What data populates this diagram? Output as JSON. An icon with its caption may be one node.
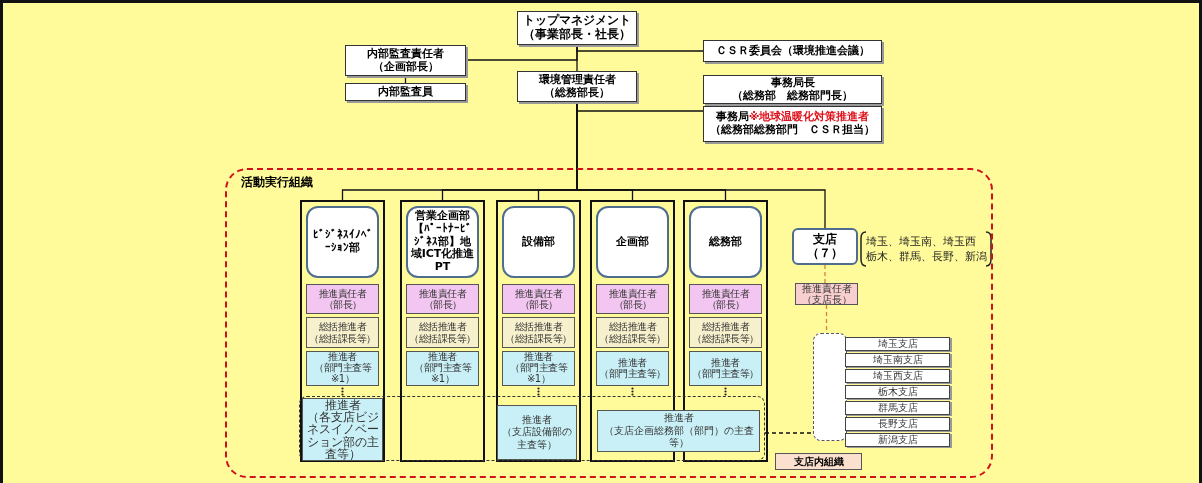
{
  "diagram": {
    "nodes": [
      {
        "text": [
          "トップマネジメント",
          "（事業部長・社長）"
        ]
      },
      {
        "text": [
          "内部監査責任者",
          "（企画部長）"
        ]
      },
      {
        "text": [
          "ＣＳＲ委員会（環境推進会議）"
        ]
      },
      {
        "text": [
          "内部監査員"
        ]
      },
      {
        "text": [
          "環境管理責任者",
          "（総務部長）"
        ]
      },
      {
        "text": [
          "事務局長",
          "（総務部　総務部門長）"
        ]
      },
      {
        "text": [
          "事務局",
          "※地球温暖化対策推進者",
          "（総務部総務部門　ＣＳＲ担当）"
        ]
      },
      {
        "text": [
          "活動実行組織"
        ]
      },
      {
        "text": [],
        "shape": "box",
        "in": 7
      },
      {
        "text": [
          "ﾋﾞｼﾞﾈｽｲﾉﾍﾞｰｼｮﾝ部"
        ],
        "in": 8
      },
      {
        "text": [
          "推進責任者",
          "（部長）"
        ],
        "in": 8
      },
      {
        "text": [
          "総括推進者",
          "（総括課長等）"
        ],
        "in": 8
      },
      {
        "text": [
          "推進者",
          "（部門主査等※1）"
        ],
        "in": 8
      },
      {
        "text": [],
        "shape": "box",
        "in": 7
      },
      {
        "text": [
          "営業企画部【ﾊﾟｰﾄﾅｰﾋﾞｼﾞﾈｽ部】地域ICT化推進PT"
        ],
        "in": 13
      },
      {
        "text": [
          "推進責任者",
          "（部長）"
        ],
        "in": 13
      },
      {
        "text": [
          "総括推進者",
          "（総括課長等）"
        ],
        "in": 13
      },
      {
        "text": [
          "推進者",
          "（部門主査等※1）"
        ],
        "in": 13
      },
      {
        "text": [],
        "shape": "box",
        "in": 7
      },
      {
        "text": [
          "設備部"
        ],
        "in": 18
      },
      {
        "text": [
          "推進責任者",
          "（部長）"
        ],
        "in": 18
      },
      {
        "text": [
          "総括推進者",
          "（総括課長等）"
        ],
        "in": 18
      },
      {
        "text": [
          "推進者",
          "（部門主査等※1）"
        ],
        "in": 18
      },
      {
        "text": [],
        "shape": "box",
        "in": 7
      },
      {
        "text": [
          "企画部"
        ],
        "in": 23
      },
      {
        "text": [
          "推進責任者",
          "（部長）"
        ],
        "in": 23
      },
      {
        "text": [
          "総括推進者",
          "（総括課長等）"
        ],
        "in": 23
      },
      {
        "text": [
          "推進者",
          "（部門主査等）"
        ],
        "in": 23
      },
      {
        "text": [],
        "shape": "box",
        "in": 7
      },
      {
        "text": [
          "総務部"
        ],
        "in": 28
      },
      {
        "text": [
          "推進責任者",
          "（部長）"
        ],
        "in": 28
      },
      {
        "text": [
          "総括推進者",
          "（総括課長等）"
        ],
        "in": 28
      },
      {
        "text": [
          "推進者",
          "（部門主査等）"
        ],
        "in": 28
      },
      {
        "text": [
          "支店",
          "（７）"
        ],
        "beside": [
          "埼玉、埼玉南、埼玉西",
          "栃木、群馬、長野、新潟"
        ],
        "in": 7
      },
      {
        "text": [
          "推進責任者",
          "（支店長）"
        ],
        "in": 7
      },
      {
        "text": [],
        "shape": "box",
        "in": 7
      },
      {
        "text": [
          "推進者",
          "（各支店ビジネスイノベーション部の主査等）"
        ]
      },
      {
        "text": [
          "推進者",
          "（支店設備部の主査等）"
        ]
      },
      {
        "text": [
          "推進者",
          "（支店企画総務部（部門）の主査等）"
        ],
        "in": 35
      },
      {
        "text": [],
        "shape": "box",
        "in": 7
      },
      {
        "text": [
          "埼玉支店"
        ],
        "in": 7
      },
      {
        "text": [
          "埼玉南支店"
        ],
        "in": 7
      },
      {
        "text": [
          "埼玉西支店"
        ],
        "in": 7
      },
      {
        "text": [
          "栃木支店"
        ],
        "in": 7
      },
      {
        "text": [
          "群馬支店"
        ],
        "in": 7
      },
      {
        "text": [
          "長野支店"
        ],
        "in": 7
      },
      {
        "text": [
          "新潟支店"
        ],
        "in": 7
      },
      {
        "text": [
          "支店内組織"
        ],
        "in": 7
      }
    ],
    "edges": [
      {
        "from": 0,
        "to": 4,
        "arrow": "none"
      },
      {
        "from": 1,
        "to": 0,
        "arrow": "none"
      },
      {
        "from": 0,
        "to": 2,
        "arrow": "none"
      },
      {
        "from": 1,
        "to": 3,
        "arrow": "none"
      },
      {
        "from": 4,
        "to": 6,
        "arrow": "none"
      },
      {
        "from": 4,
        "to": 8,
        "arrow": "none"
      },
      {
        "from": 4,
        "to": 13,
        "arrow": "none"
      },
      {
        "from": 4,
        "to": 18,
        "arrow": "none"
      },
      {
        "from": 4,
        "to": 23,
        "arrow": "none"
      },
      {
        "from": 4,
        "to": 28,
        "arrow": "none"
      },
      {
        "from": 4,
        "to": 33,
        "arrow": "none"
      },
      {
        "from": 33,
        "to": 34,
        "arrow": "none",
        "style": "dashed",
        "color": "#d9822b"
      },
      {
        "from": 34,
        "to": 39,
        "arrow": "none",
        "style": "dashed",
        "color": "#d9822b"
      },
      {
        "from": 35,
        "to": 39,
        "arrow": "none",
        "style": "dashed"
      }
    ]
  }
}
